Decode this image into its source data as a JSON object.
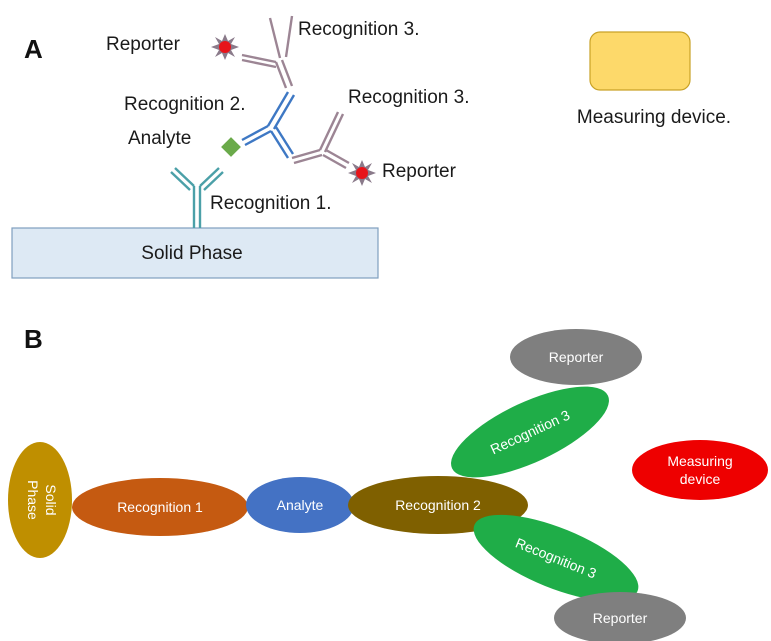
{
  "panel_a": {
    "letter": "A",
    "solid_phase": "Solid Phase",
    "recognition_1": "Recognition 1.",
    "recognition_2": "Recognition 2.",
    "recognition_3_top": "Recognition 3.",
    "recognition_3_right": "Recognition 3.",
    "analyte": "Analyte",
    "reporter_top": "Reporter",
    "reporter_right": "Reporter",
    "measuring_device": "Measuring device."
  },
  "panel_b": {
    "letter": "B",
    "solid_phase_line1": "Solid",
    "solid_phase_line2": "Phase",
    "recognition_1": "Recognition 1",
    "analyte": "Analyte",
    "recognition_2": "Recognition 2",
    "recognition_3_upper": "Recognition 3",
    "recognition_3_lower": "Recognition 3",
    "reporter_upper": "Reporter",
    "reporter_lower": "Reporter",
    "measuring_device_line1": "Measuring",
    "measuring_device_line2": "device"
  },
  "colors": {
    "solid_phase_fill": "#dde9f4",
    "device_fill": "#fdd96a",
    "analyte": "#6aaa4a",
    "reporter": "#e8141a",
    "antibody_teal": "#4ba0a8",
    "antibody_blue": "#3e78c4",
    "antibody_mauve": "#9c8594",
    "b_solid": "#bf8f00",
    "b_rec1": "#c55a11",
    "b_analyte": "#4472c4",
    "b_rec2": "#7f6000",
    "b_rec3": "#1fad48",
    "b_reporter": "#7f7f7f",
    "b_device": "#ee0000"
  }
}
